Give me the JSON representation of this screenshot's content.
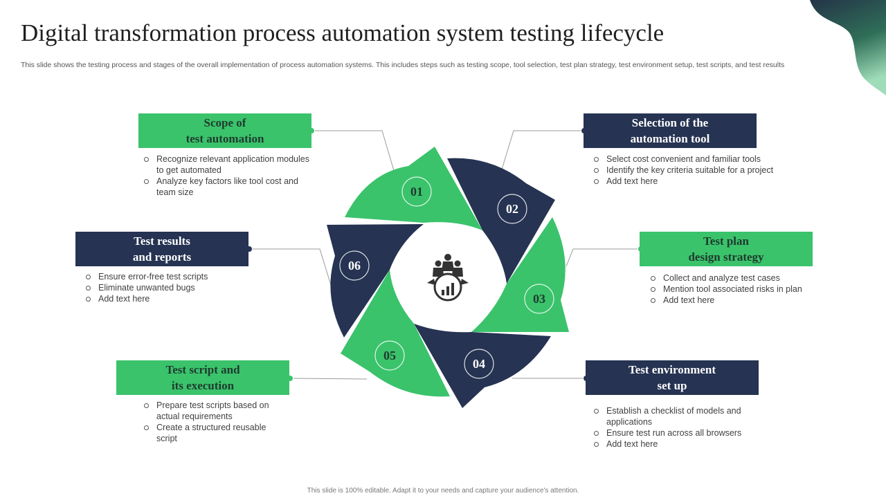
{
  "title": "Digital transformation process automation system testing lifecycle",
  "subtitle": "This slide shows the testing process and stages of the overall implementation of process automation systems. This includes steps such as testing scope, tool selection, test plan strategy, test environment setup, test scripts, and test results",
  "footer": "This slide is 100% editable. Adapt it to your needs and capture your audience's attention.",
  "colors": {
    "green": "#3ac36b",
    "navy": "#263352",
    "line": "#9a9a9a"
  },
  "center_icon": "team-chart-icon",
  "steps": [
    {
      "number": "01",
      "label": "Scope of test automation",
      "label_lines": [
        "Scope of",
        "test automation"
      ],
      "color": "green",
      "bullets": [
        "Recognize relevant application modules to get automated",
        "Analyze key factors like tool cost and team size"
      ]
    },
    {
      "number": "02",
      "label": "Selection of the automation tool",
      "label_lines": [
        "Selection of the",
        "automation tool"
      ],
      "color": "navy",
      "bullets": [
        "Select cost convenient and familiar tools",
        "Identify the key criteria suitable for a project",
        "Add text here"
      ]
    },
    {
      "number": "03",
      "label": "Test plan design strategy",
      "label_lines": [
        "Test plan",
        "design strategy"
      ],
      "color": "green",
      "bullets": [
        "Collect and analyze test cases",
        "Mention tool associated risks in plan",
        "Add text here"
      ]
    },
    {
      "number": "04",
      "label": "Test environment set up",
      "label_lines": [
        "Test environment",
        "set up"
      ],
      "color": "navy",
      "bullets": [
        "Establish a checklist of models and applications",
        "Ensure test run across all browsers",
        "Add text here"
      ]
    },
    {
      "number": "05",
      "label": "Test script and its execution",
      "label_lines": [
        "Test script and",
        "its execution"
      ],
      "color": "green",
      "bullets": [
        "Prepare test scripts based on actual requirements",
        "Create a structured reusable script"
      ]
    },
    {
      "number": "06",
      "label": "Test results and reports",
      "label_lines": [
        "Test results",
        "and reports"
      ],
      "color": "navy",
      "bullets": [
        "Ensure error-free test scripts",
        "Eliminate unwanted bugs",
        "Add text here"
      ]
    }
  ]
}
